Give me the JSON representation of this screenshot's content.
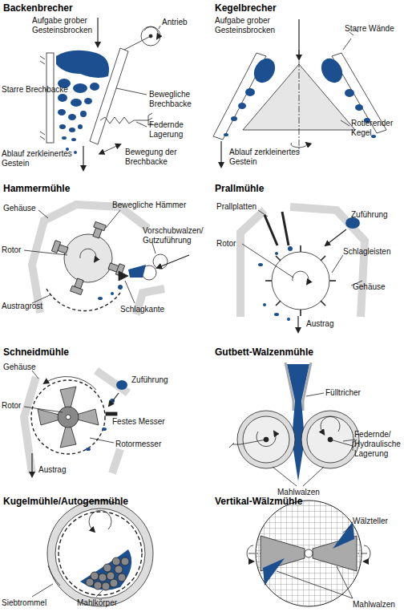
{
  "diagram": {
    "labels": [
      "Backenbrecher",
      "Aufgabe grober Gesteinsbrocken",
      "Antrieb",
      "Starre Brechbacke",
      "Bewegliche Brechbacke",
      "Federnde Lagerung",
      "Ablauf zerkleinertes Gestein",
      "Bewegung der Brechbacke",
      "Kegelbrecher",
      "Aufgabe grober Gesteinsbrocken",
      "Starre Wände",
      "Rotierender Kegel",
      "Ablauf zerkleinertes Gestein",
      "Hammermühle",
      "Gehäuse",
      "Bewegliche Hämmer",
      "Rotor",
      "Vorschubwalzen/ Gutzuführung",
      "Austragrost",
      "Schlagkante",
      "Prallmühle",
      "Prallplatten",
      "Zuführung",
      "Rotor",
      "Schlagleisten",
      "Gehäuse",
      "Austrag",
      "Schneidmühle",
      "Gehäuse",
      "Zuführung",
      "Rotor",
      "Festes Messer",
      "Rotormesser",
      "Austrag",
      "Gutbett-Walzenmühle",
      "Fülltricher",
      "Federnde/ Hydraulische Lagerung",
      "Mahlwalzen",
      "Kugelmühle/Autogenmühle",
      "Siebtrommel",
      "Mahlkörper",
      "Vertikal-Wälzmühle",
      "Wälzteller",
      "Mahlwalzen"
    ]
  }
}
